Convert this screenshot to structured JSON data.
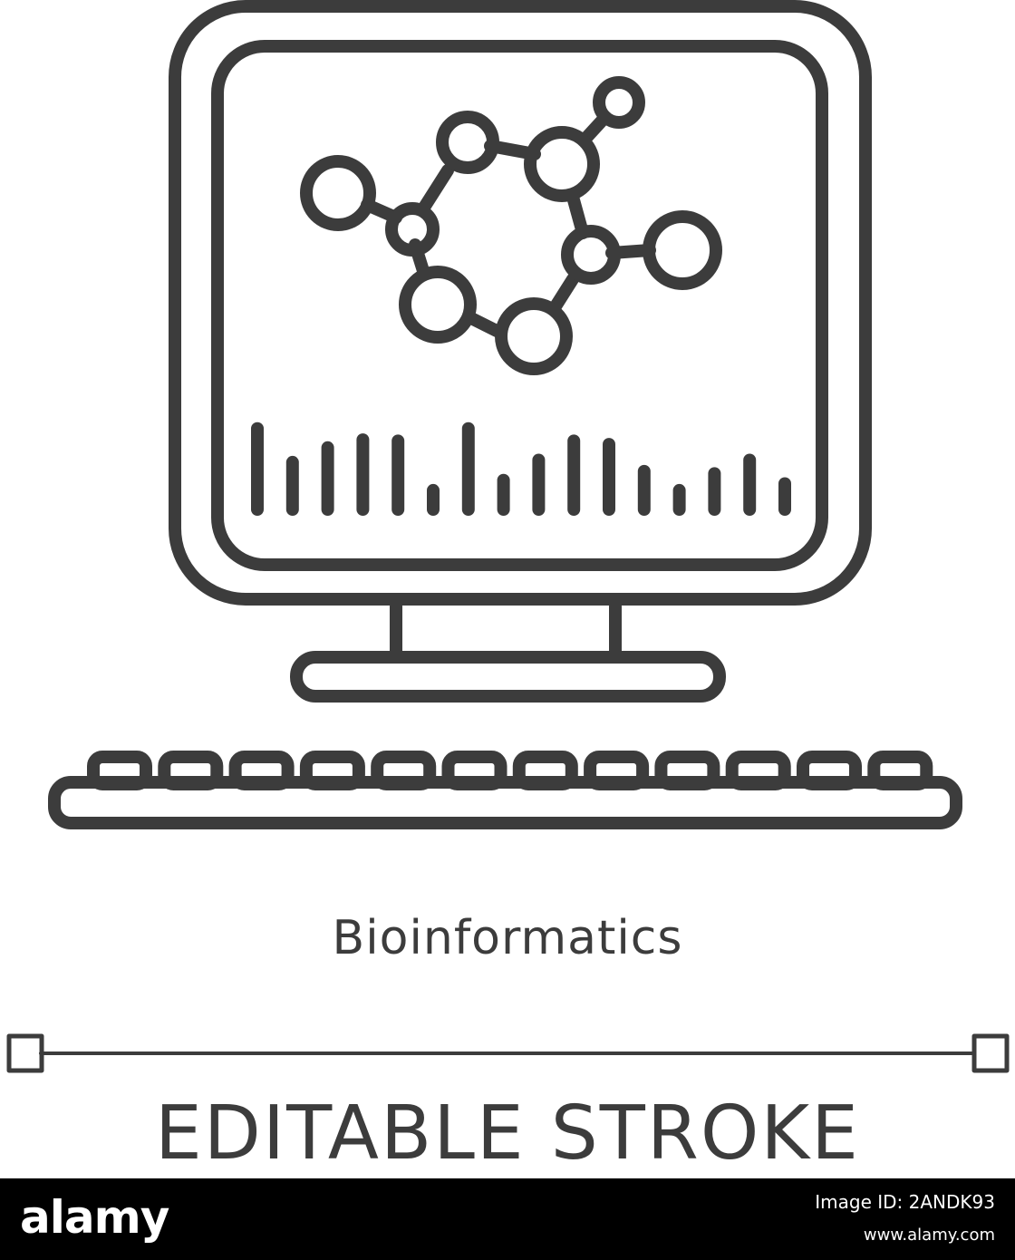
{
  "icon": {
    "name": "bioinformatics-computer-icon",
    "stroke_color": "#3c3c3c",
    "bar_levels": [
      0.72,
      0.42,
      0.55,
      0.62,
      0.61,
      0.17,
      0.72,
      0.26,
      0.44,
      0.61,
      0.58,
      0.34,
      0.17,
      0.32,
      0.44,
      0.23
    ]
  },
  "label": "Bioinformatics",
  "editable_stroke": "EDITABLE STROKE",
  "footer": {
    "brand": "alamy",
    "image_id": "Image ID: 2ANDK93",
    "site": "www.alamy.com",
    "background": "#000000",
    "text_color": "#ffffff"
  }
}
